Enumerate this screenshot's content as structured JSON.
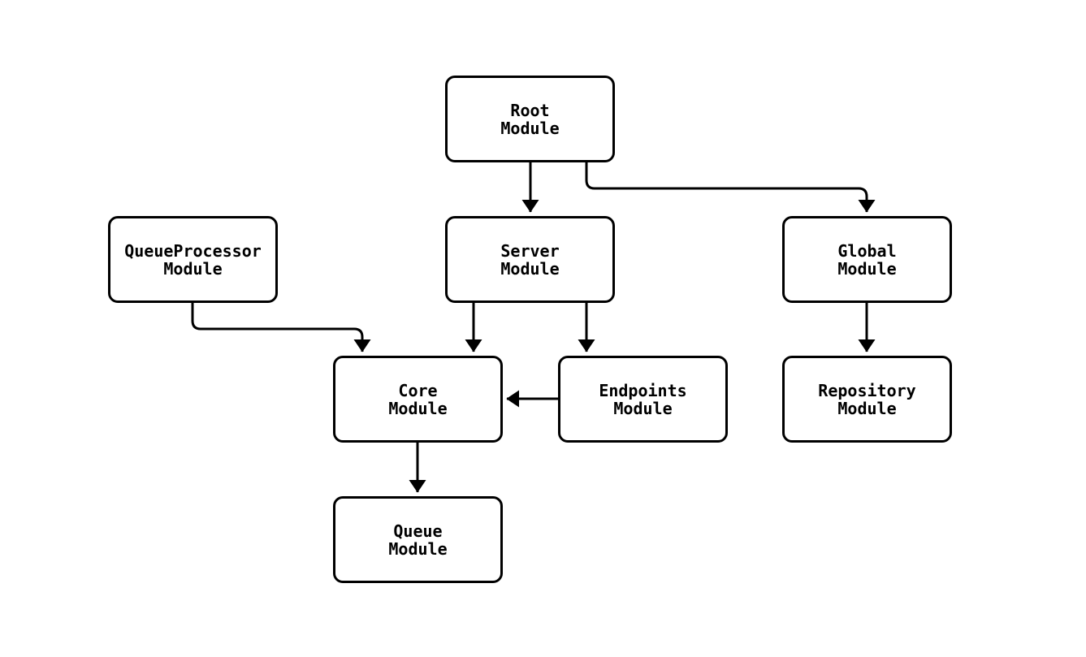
{
  "diagram": {
    "type": "flowchart",
    "background_color": "#ffffff",
    "node_fill_color": "#ffffff",
    "node_border_color": "#000000",
    "edge_color": "#000000",
    "text_color": "#000000",
    "nodes": [
      {
        "id": "root-module",
        "line1": "Root",
        "line2": "Module"
      },
      {
        "id": "queueprocessor-module",
        "line1": "QueueProcessor",
        "line2": "Module"
      },
      {
        "id": "server-module",
        "line1": "Server",
        "line2": "Module"
      },
      {
        "id": "global-module",
        "line1": "Global",
        "line2": "Module"
      },
      {
        "id": "core-module",
        "line1": "Core",
        "line2": "Module"
      },
      {
        "id": "endpoints-module",
        "line1": "Endpoints",
        "line2": "Module"
      },
      {
        "id": "repository-module",
        "line1": "Repository",
        "line2": "Module"
      },
      {
        "id": "queue-module",
        "line1": "Queue",
        "line2": "Module"
      }
    ],
    "edges": [
      {
        "from": "Root Module",
        "to": "Server Module"
      },
      {
        "from": "Root Module",
        "to": "Global Module"
      },
      {
        "from": "QueueProcessor Module",
        "to": "Core Module"
      },
      {
        "from": "Server Module",
        "to": "Core Module"
      },
      {
        "from": "Server Module",
        "to": "Endpoints Module"
      },
      {
        "from": "Endpoints Module",
        "to": "Core Module"
      },
      {
        "from": "Global Module",
        "to": "Repository Module"
      },
      {
        "from": "Core Module",
        "to": "Queue Module"
      }
    ]
  }
}
